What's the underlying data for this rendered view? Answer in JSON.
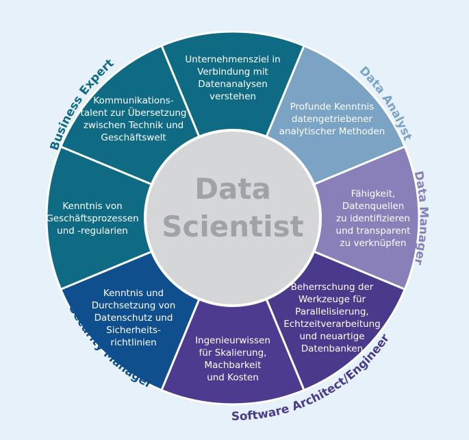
{
  "center": {
    "line1": "Data",
    "line2": "Scientist"
  },
  "segments": [
    {
      "name": "segment-unternehmensziel",
      "color": "#0f6b84",
      "lines": [
        "Unternehmensziel in",
        "Verbindung mit",
        "Datenanalysen",
        "verstehen"
      ]
    },
    {
      "name": "segment-profunde-kenntnis",
      "color": "#7aa3c4",
      "lines": [
        "Profunde Kenntnis",
        "datengetriebener",
        "analytischer Methoden"
      ]
    },
    {
      "name": "segment-faehigkeit-datenquellen",
      "color": "#8a80b9",
      "lines": [
        "Fähigkeit,",
        "Datenquellen",
        "zu identifizieren",
        "und transparent",
        "zu verknüpfen"
      ]
    },
    {
      "name": "segment-werkzeuge",
      "color": "#4a3a8c",
      "lines": [
        "Beherrschung der",
        "Werkzeuge für",
        "Parallelisierung,",
        "Echtzeitverarbeitung",
        "und neuartige",
        "Datenbanken"
      ]
    },
    {
      "name": "segment-ingenieurwissen",
      "color": "#4c3b8e",
      "lines": [
        "Ingenieurwissen",
        "für Skalierung,",
        "Machbarkeit",
        "und Kosten"
      ]
    },
    {
      "name": "segment-datenschutz",
      "color": "#104f8e",
      "lines": [
        "Kenntnis und",
        "Durchsetzung von",
        "Datenschutz und",
        "Sicherheits-",
        "richtlinien"
      ]
    },
    {
      "name": "segment-geschaeftsprozesse",
      "color": "#0f6b84",
      "lines": [
        "Kenntnis von",
        "Geschäftsprozessen",
        "und -regularien"
      ]
    },
    {
      "name": "segment-kommunikation",
      "color": "#0f6b84",
      "lines": [
        "Kommunikations-",
        "talent zur Übersetzung",
        "zwischen Technik und",
        "Geschäftswelt"
      ]
    }
  ],
  "roles": [
    {
      "name": "role-business-expert",
      "label": "Business Expert",
      "color": "#0f6b84"
    },
    {
      "name": "role-data-analyst",
      "label": "Data Analyst",
      "color": "#7aa3c4"
    },
    {
      "name": "role-data-manager",
      "label": "Data Manager",
      "color": "#8a80b9"
    },
    {
      "name": "role-software-architect",
      "label": "Software Architect/Engineer",
      "color": "#4a3a8c"
    },
    {
      "name": "role-security-manager",
      "label": "Security Manager",
      "color": "#104f8e"
    }
  ]
}
